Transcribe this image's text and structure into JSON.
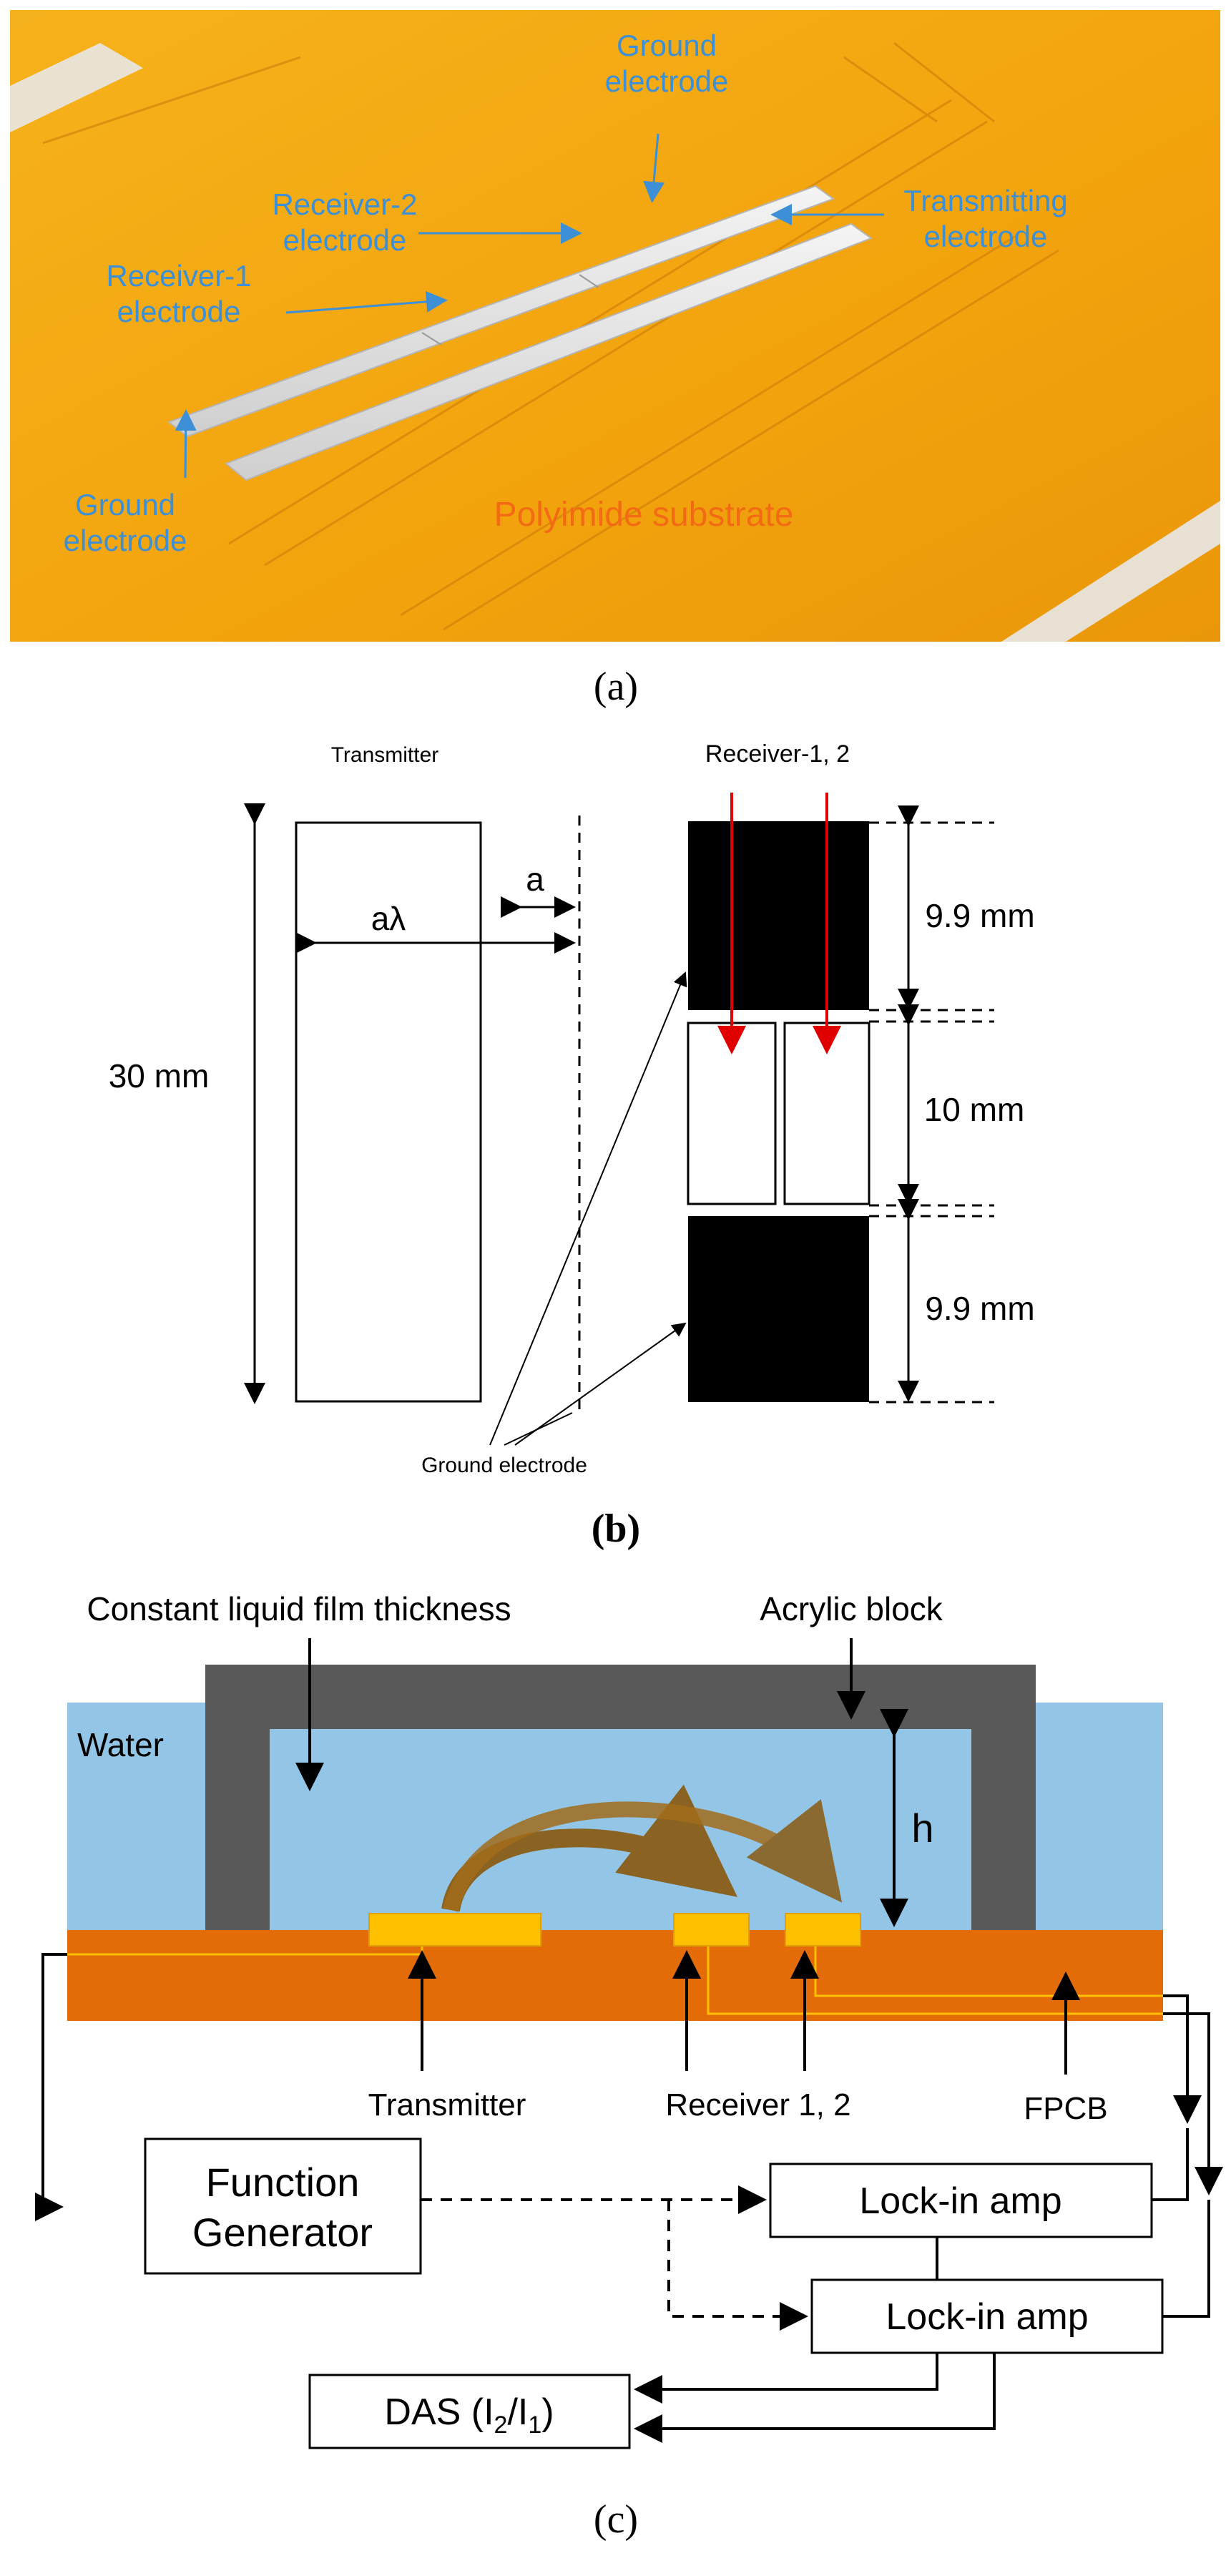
{
  "panel_a": {
    "caption": "(a)",
    "labels": {
      "ground_top_1": "Ground",
      "ground_top_2": "electrode",
      "receiver2_1": "Receiver-2",
      "receiver2_2": "electrode",
      "transmitting_1": "Transmitting",
      "transmitting_2": "electrode",
      "receiver1_1": "Receiver-1",
      "receiver1_2": "electrode",
      "ground_bottom_1": "Ground",
      "ground_bottom_2": "electrode",
      "substrate": "Polyimide  substrate"
    },
    "colors": {
      "substrate": "#f2a60e",
      "label": "#3d8fd6",
      "substrate_label": "#f36a14"
    }
  },
  "panel_b": {
    "caption": "(b)",
    "transmitter": "Transmitter",
    "receiver": "Receiver-1, 2",
    "a_lambda": "aλ",
    "a": "a",
    "length_total": "30 mm",
    "dim_top": "9.9 mm",
    "dim_mid": "10 mm",
    "dim_bottom": "9.9 mm",
    "ground": "Ground electrode"
  },
  "panel_c": {
    "caption": "(c)",
    "film_thickness": "Constant liquid film thickness",
    "acrylic": "Acrylic block",
    "water": "Water",
    "h": "h",
    "transmitter": "Transmitter",
    "receiver": "Receiver 1, 2",
    "fpcb": "FPCB",
    "function_generator_1": "Function",
    "function_generator_2": "Generator",
    "lockin_1": "Lock-in amp",
    "lockin_2": "Lock-in amp",
    "das_prefix": "DAS (I",
    "das_sub1": "2",
    "das_mid": "/I",
    "das_sub2": "1",
    "das_suffix": ")",
    "colors": {
      "water": "#93c6e6",
      "acrylic": "#595959",
      "fpcb": "#e36c09",
      "electrode": "#ffc000",
      "arrow": "#8a5a12"
    }
  }
}
